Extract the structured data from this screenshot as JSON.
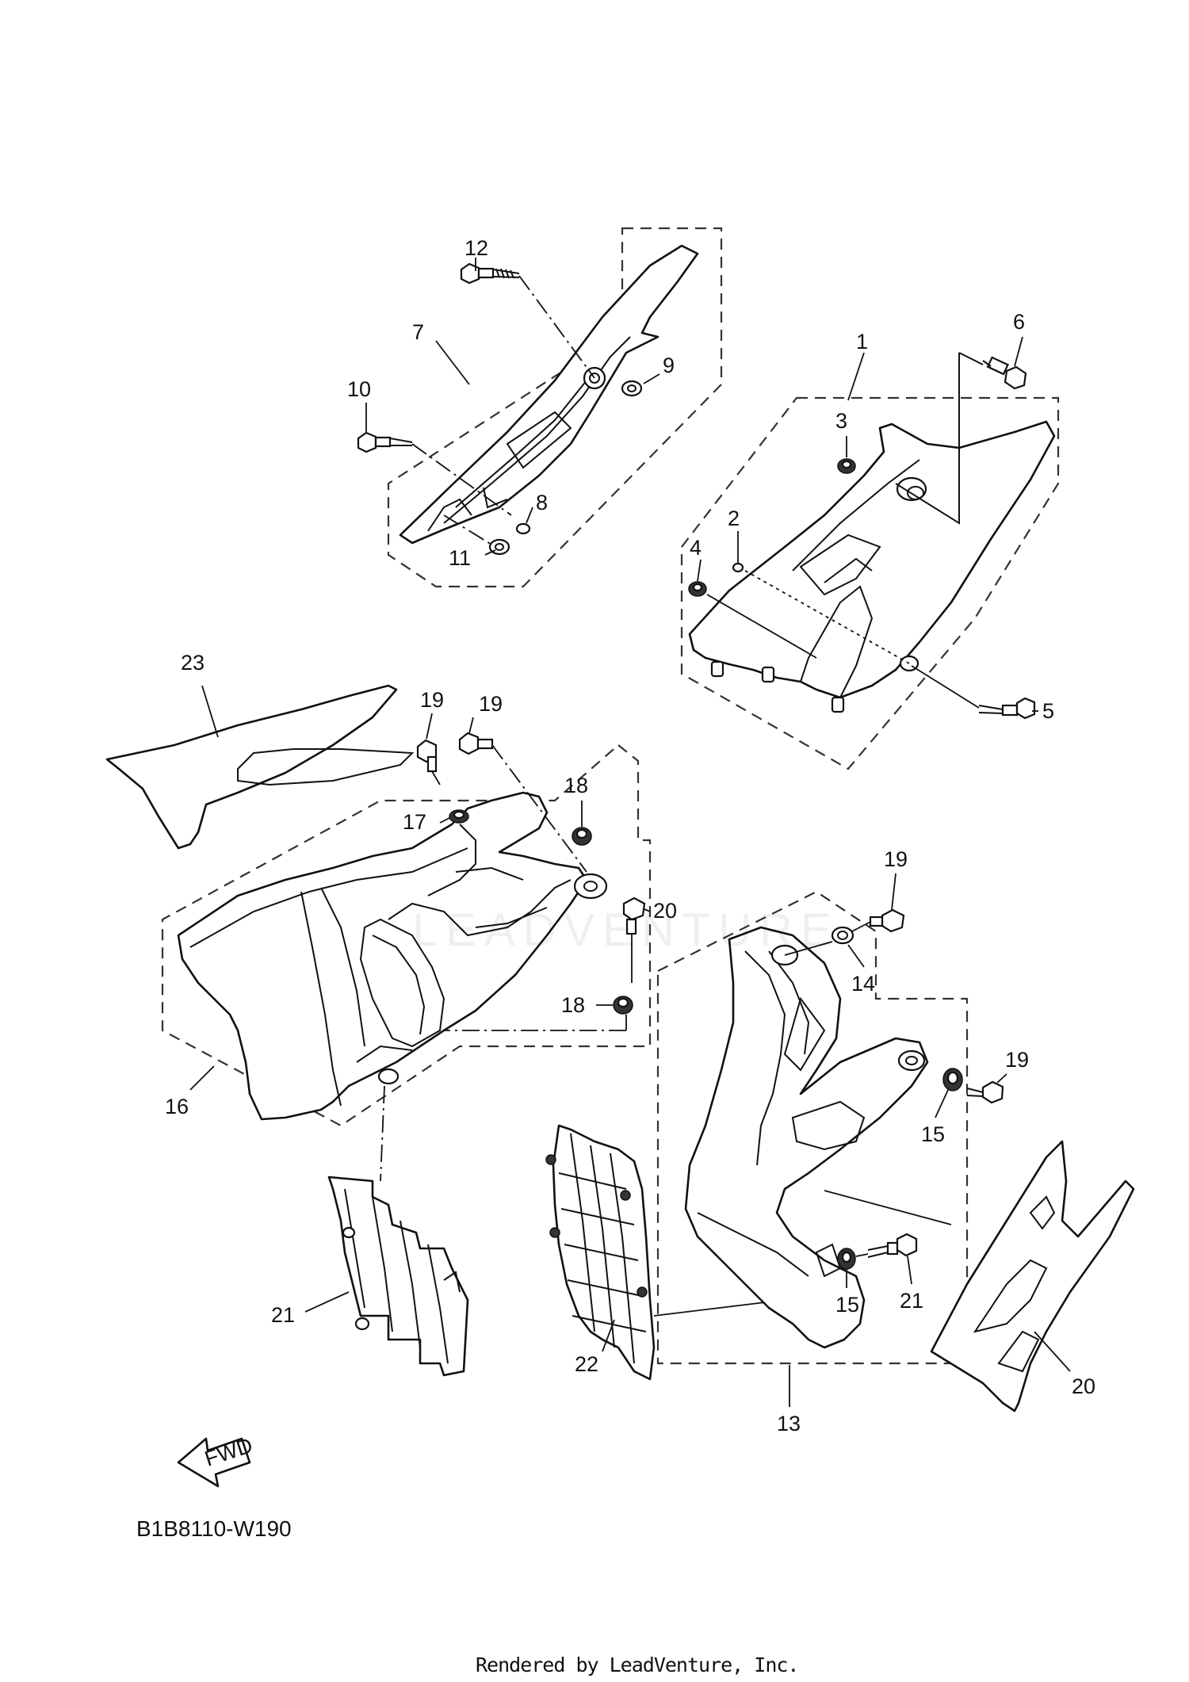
{
  "diagram": {
    "code": "B1B8110-W190",
    "footer": "Rendered by LeadVenture, Inc.",
    "direction_label": "FWD",
    "watermark_text": "LEADVENTURE",
    "callouts": [
      {
        "id": "c1",
        "text": "1"
      },
      {
        "id": "c2",
        "text": "2"
      },
      {
        "id": "c3",
        "text": "3"
      },
      {
        "id": "c4",
        "text": "4"
      },
      {
        "id": "c5",
        "text": "5"
      },
      {
        "id": "c6",
        "text": "6"
      },
      {
        "id": "c7",
        "text": "7"
      },
      {
        "id": "c8",
        "text": "8"
      },
      {
        "id": "c9",
        "text": "9"
      },
      {
        "id": "c10",
        "text": "10"
      },
      {
        "id": "c11",
        "text": "11"
      },
      {
        "id": "c12",
        "text": "12"
      },
      {
        "id": "c13",
        "text": "13"
      },
      {
        "id": "c14",
        "text": "14"
      },
      {
        "id": "c15a",
        "text": "15"
      },
      {
        "id": "c15b",
        "text": "15"
      },
      {
        "id": "c16",
        "text": "16"
      },
      {
        "id": "c17",
        "text": "17"
      },
      {
        "id": "c18a",
        "text": "18"
      },
      {
        "id": "c18b",
        "text": "18"
      },
      {
        "id": "c19a",
        "text": "19"
      },
      {
        "id": "c19b",
        "text": "19"
      },
      {
        "id": "c19c",
        "text": "19"
      },
      {
        "id": "c19d",
        "text": "19"
      },
      {
        "id": "c20a",
        "text": "20"
      },
      {
        "id": "c20b",
        "text": "20"
      },
      {
        "id": "c21a",
        "text": "21"
      },
      {
        "id": "c21b",
        "text": "21"
      },
      {
        "id": "c22",
        "text": "22"
      },
      {
        "id": "c23",
        "text": "23"
      }
    ]
  }
}
